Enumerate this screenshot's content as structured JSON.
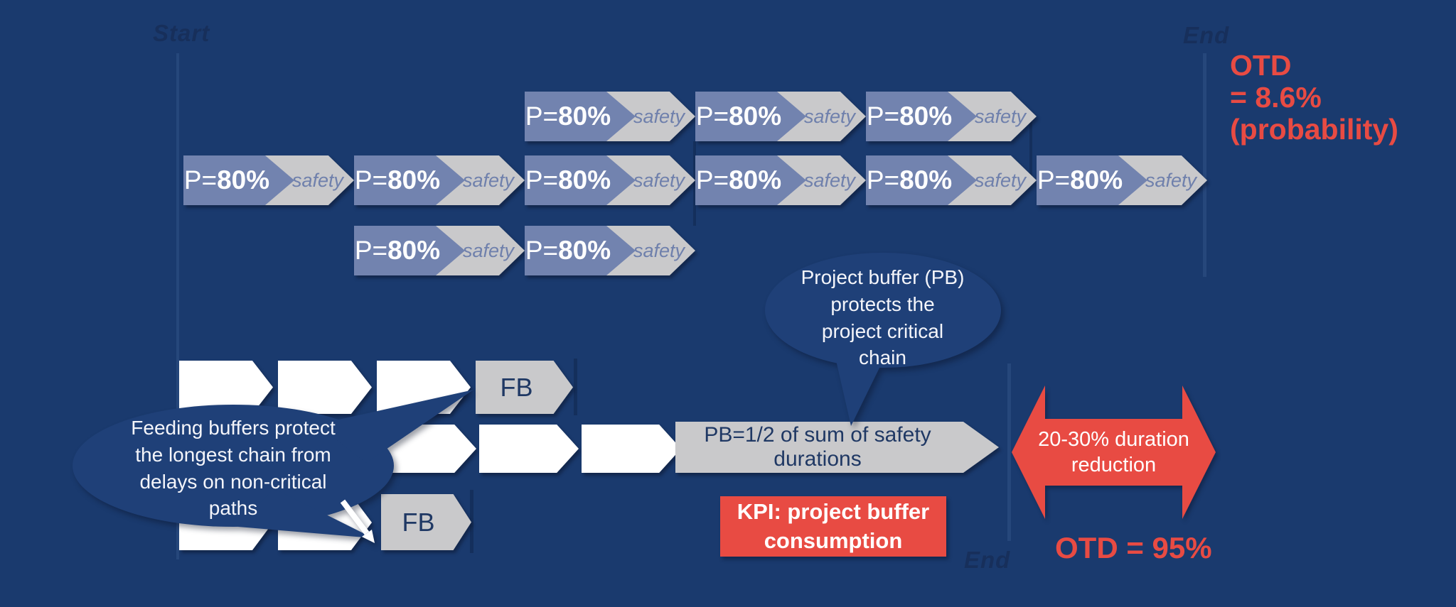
{
  "slide": {
    "background": "#1A3A6E",
    "arrow_blue": "#7283AF",
    "arrow_gray": "#C9C9CB",
    "accent_red": "#E84B43",
    "navy_text": "#1F3864",
    "bubble_blue": "#1F4078"
  },
  "markers": {
    "start": "Start",
    "end_top": "End",
    "end_bottom": "End"
  },
  "schedule_before": {
    "task": {
      "p": "P=",
      "value": "80%",
      "safety": "safety"
    },
    "rows": [
      {
        "name": "top-branch",
        "count": 3
      },
      {
        "name": "main-chain",
        "count": 6
      },
      {
        "name": "bottom-branch",
        "count": 2
      }
    ]
  },
  "otd_before": {
    "line1": "OTD",
    "line2": "= 8.6%",
    "line3": "(probability)"
  },
  "bubble_project": {
    "text": "Project buffer (PB) protects the project critical chain"
  },
  "bubble_feeding": {
    "text": "Feeding buffers protect the longest chain from delays on non-critical paths"
  },
  "schedule_after": {
    "feeding_top": {
      "count": 3,
      "buffer": "FB"
    },
    "critical": {
      "count": 3
    },
    "feeding_bottom": {
      "count": 2,
      "buffer": "FB"
    },
    "project_buffer": {
      "label": "PB=1/2 of sum of safety durations"
    }
  },
  "kpi": {
    "label": "KPI: project buffer consumption"
  },
  "reduction": {
    "line1": "20-30% duration",
    "line2": "reduction"
  },
  "otd_after": {
    "label": "OTD = 95%"
  }
}
